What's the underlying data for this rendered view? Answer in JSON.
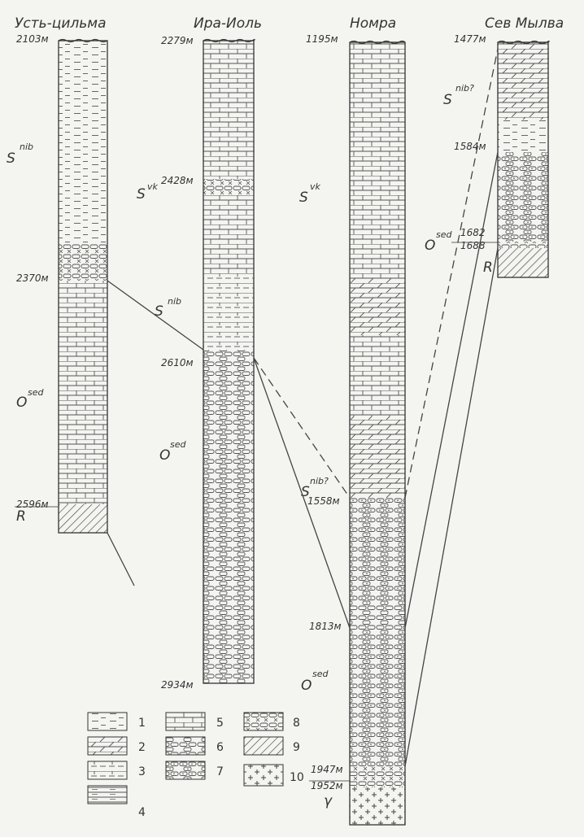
{
  "wells": [
    {
      "title": "Усть-цильма",
      "depths": {
        "top": "2103м",
        "b1": "2370м",
        "bottom": "2596м"
      },
      "units": [
        {
          "main": "S",
          "idx": "nib"
        },
        {
          "main": "O",
          "idx": "sed"
        },
        {
          "main": "R",
          "idx": ""
        }
      ]
    },
    {
      "title": "Ира-Иоль",
      "depths": {
        "top": "2279м",
        "b1": "2428м",
        "b2": "2610м",
        "bottom": "2934м"
      },
      "units": [
        {
          "main": "S",
          "idx": "vk"
        },
        {
          "main": "S",
          "idx": "nib"
        },
        {
          "main": "O",
          "idx": "sed"
        }
      ]
    },
    {
      "title": "Номра",
      "depths": {
        "top": "1195м",
        "b1": "1558м",
        "b2": "1813м",
        "b3": "1947м",
        "b4": "1952м"
      },
      "units": [
        {
          "main": "S",
          "idx": "vk"
        },
        {
          "main": "S",
          "idx": "nib?"
        },
        {
          "main": "O",
          "idx": "sed"
        },
        {
          "main": "γ",
          "idx": ""
        }
      ]
    },
    {
      "title": "Сев Мылва",
      "depths": {
        "top": "1477м",
        "b1": "1584м",
        "b2": "1682",
        "b3": "1688"
      },
      "units": [
        {
          "main": "S",
          "idx": "nib?"
        },
        {
          "main": "O",
          "idx": "sed"
        },
        {
          "main": "R",
          "idx": ""
        }
      ]
    }
  ],
  "legend": [
    "1",
    "2",
    "3",
    "4",
    "5",
    "6",
    "7",
    "8",
    "9",
    "10"
  ]
}
